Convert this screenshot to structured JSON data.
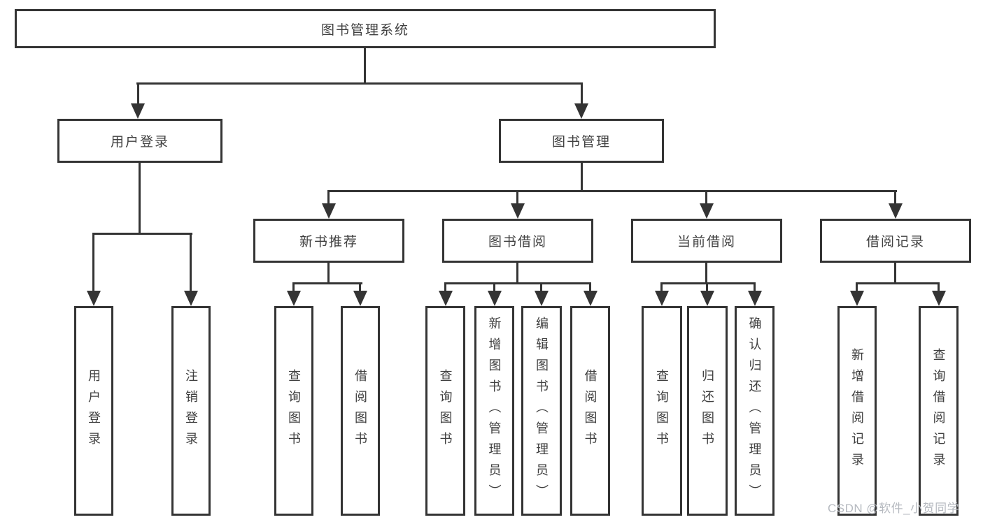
{
  "diagram": {
    "root": {
      "label": "图书管理系统"
    },
    "level2": [
      {
        "label": "用户登录"
      },
      {
        "label": "图书管理"
      }
    ],
    "level3": [
      {
        "label": "新书推荐"
      },
      {
        "label": "图书借阅"
      },
      {
        "label": "当前借阅"
      },
      {
        "label": "借阅记录"
      }
    ],
    "leaves": {
      "user_login": [
        {
          "label": "用户登录"
        },
        {
          "label": "注销登录"
        }
      ],
      "new_books": [
        {
          "label": "查询图书"
        },
        {
          "label": "借阅图书"
        }
      ],
      "book_borrow": [
        {
          "label": "查询图书"
        },
        {
          "label": "新增图书（管理员）"
        },
        {
          "label": "编辑图书（管理员）"
        },
        {
          "label": "借阅图书"
        }
      ],
      "current_borrow": [
        {
          "label": "查询图书"
        },
        {
          "label": "归还图书"
        },
        {
          "label": "确认归还（管理员）"
        }
      ],
      "borrow_records": [
        {
          "label": "新增借阅记录"
        },
        {
          "label": "查询借阅记录"
        }
      ]
    }
  },
  "watermark": {
    "text": "CSDN @软件_小贺同学"
  },
  "colors": {
    "line": "#343434",
    "text": "#404040",
    "watermark": "#b6bac0",
    "background": "#ffffff"
  }
}
